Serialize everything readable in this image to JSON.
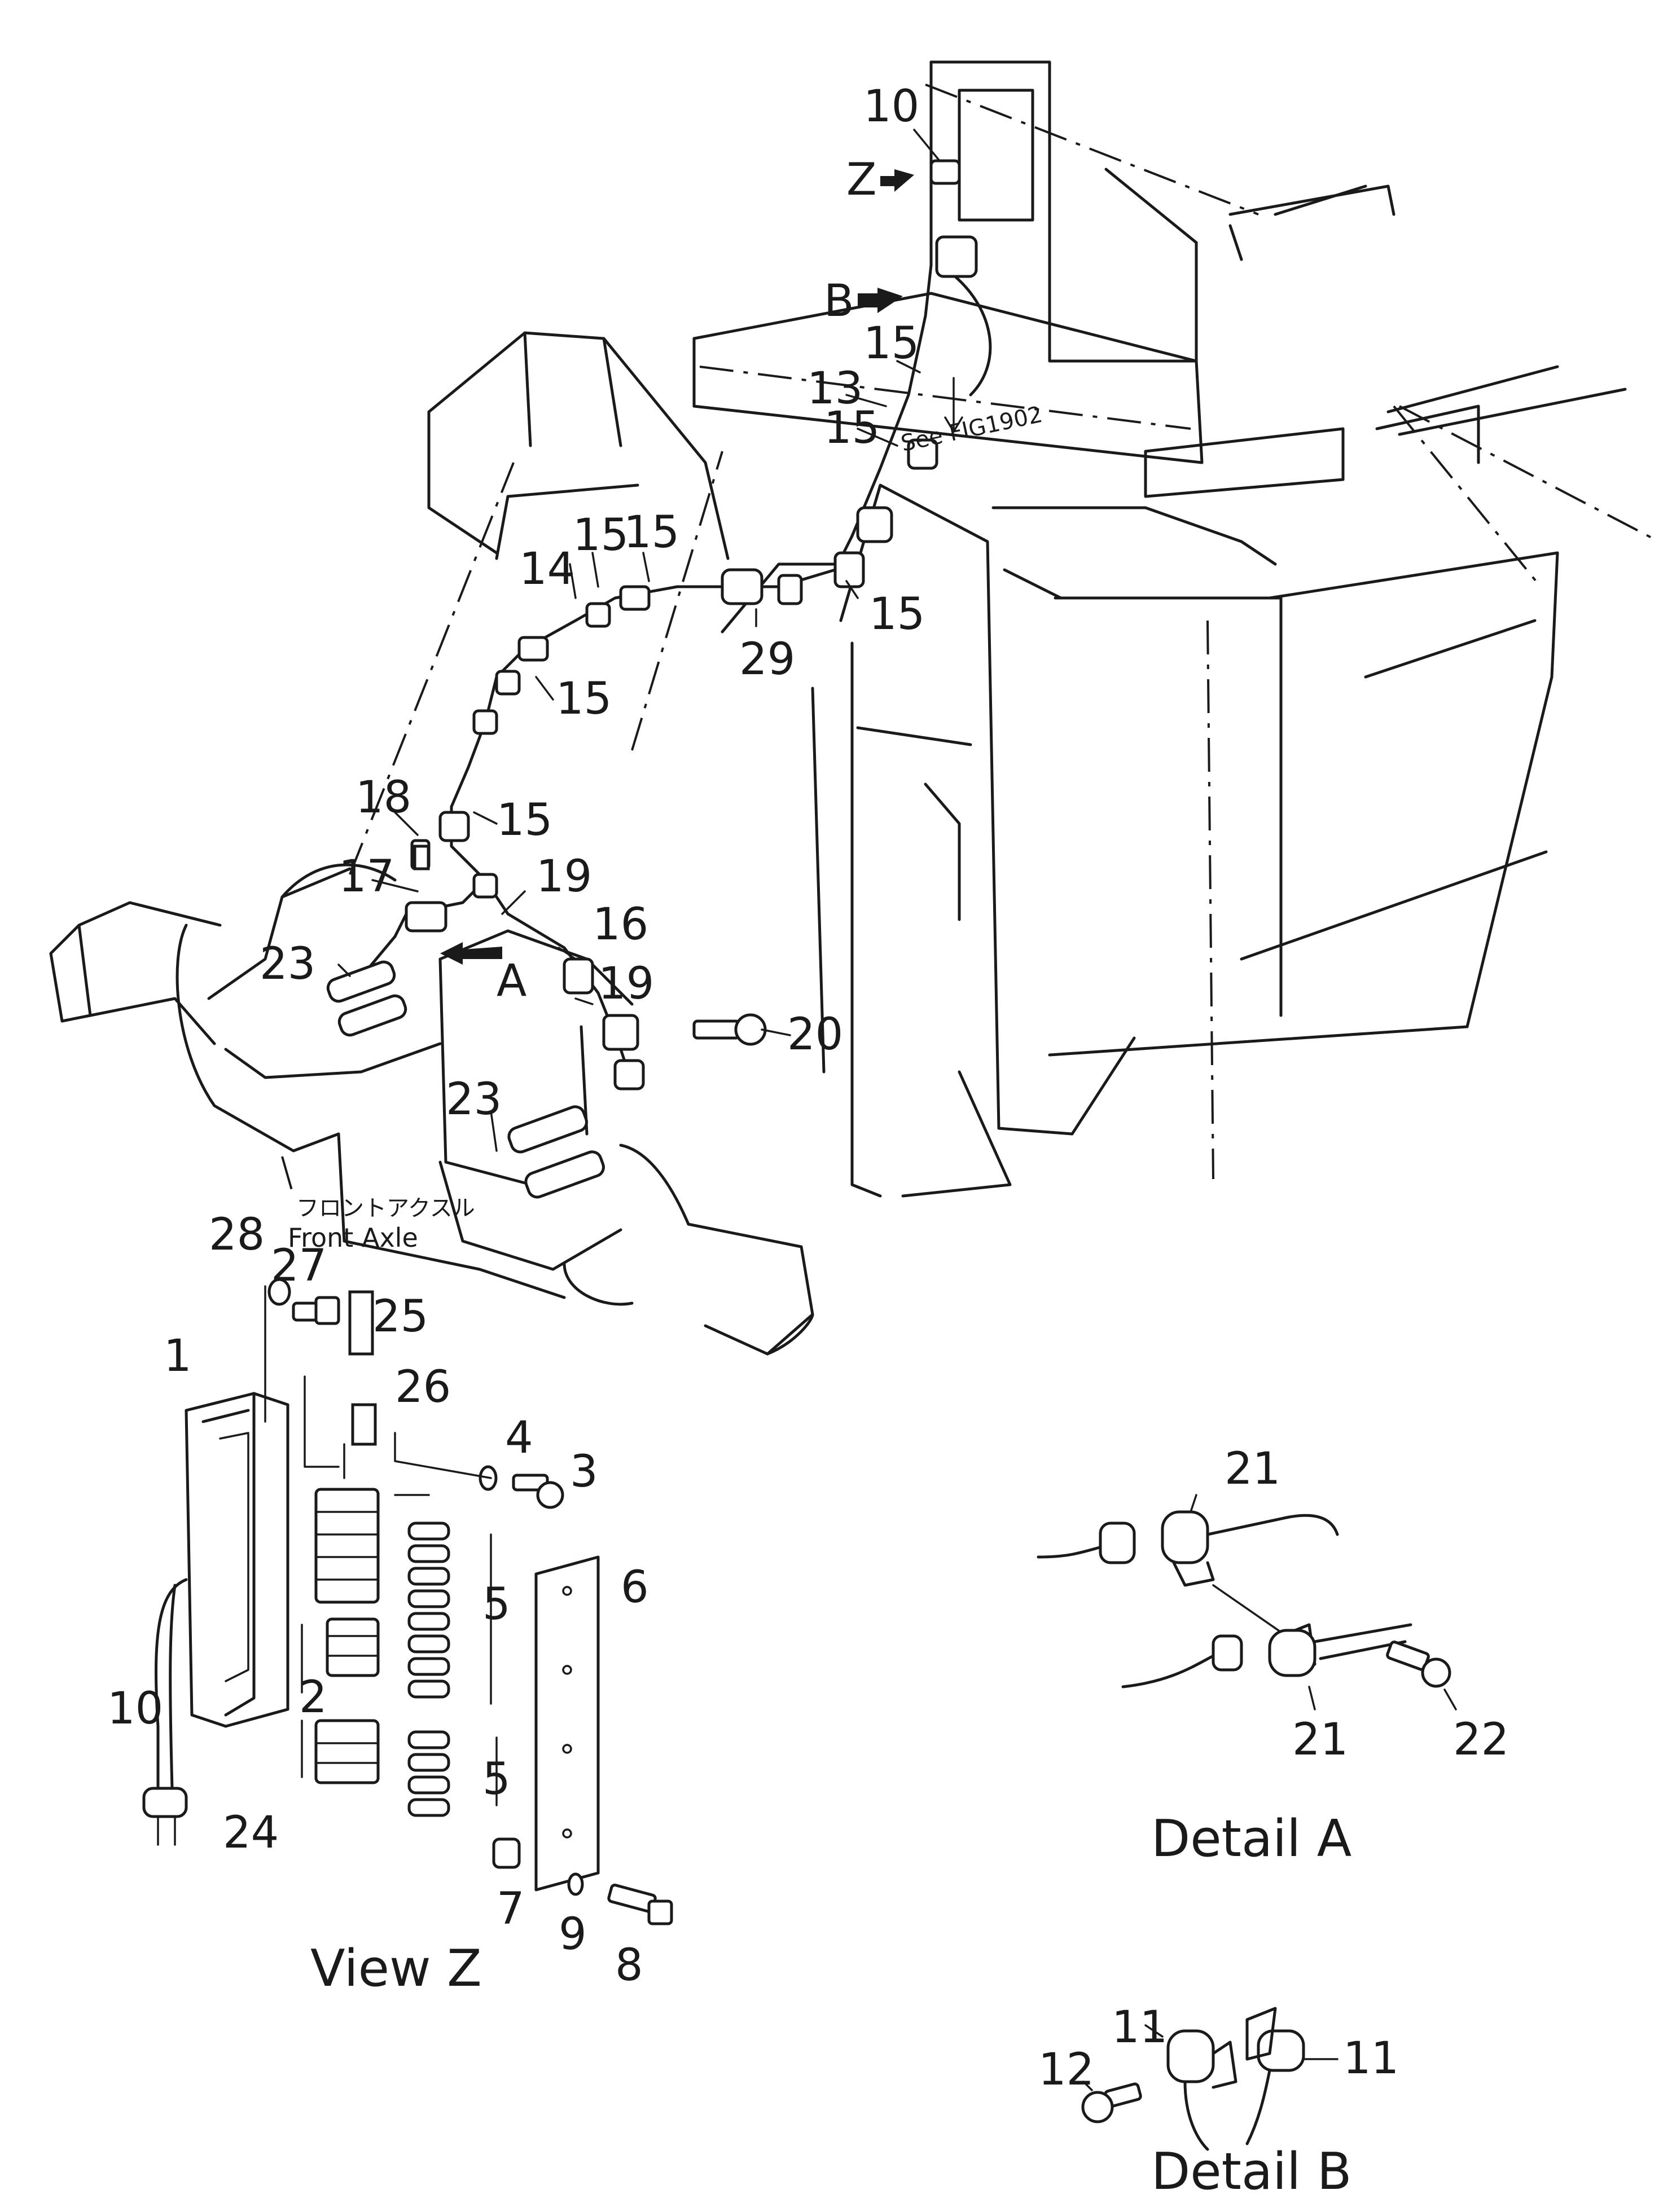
{
  "callouts": {
    "c10_top": "10",
    "cZ": "Z",
    "cB": "B",
    "c15_a": "15",
    "c13": "13",
    "c15_b": "15",
    "see_fig": "See FIG1902",
    "c14": "14",
    "c15_c": "15",
    "c15_d": "15",
    "c15_e": "15",
    "c29": "29",
    "c15_f": "15",
    "c15_g": "15",
    "c18": "18",
    "c17": "17",
    "c19_a": "19",
    "c16": "16",
    "c19_b": "19",
    "cA": "A",
    "c23_a": "23",
    "c20": "20",
    "c23_b": "23",
    "front_axle_jp": "フロントアクスル",
    "front_axle_en": "Front Axle",
    "c28": "28",
    "c27": "27",
    "c25": "25",
    "c1": "1",
    "c26": "26",
    "c4": "4",
    "c3": "3",
    "c6": "6",
    "c5_a": "5",
    "c2": "2",
    "c5_b": "5",
    "c10_bottom": "10",
    "c24": "24",
    "c7": "7",
    "c9": "9",
    "c8": "8",
    "c21_a": "21",
    "c21_b": "21",
    "c22": "22",
    "c12": "12",
    "c11_a": "11",
    "c11_b": "11"
  },
  "captions": {
    "view_z": "View Z",
    "detail_a": "Detail A",
    "detail_b": "Detail B"
  }
}
